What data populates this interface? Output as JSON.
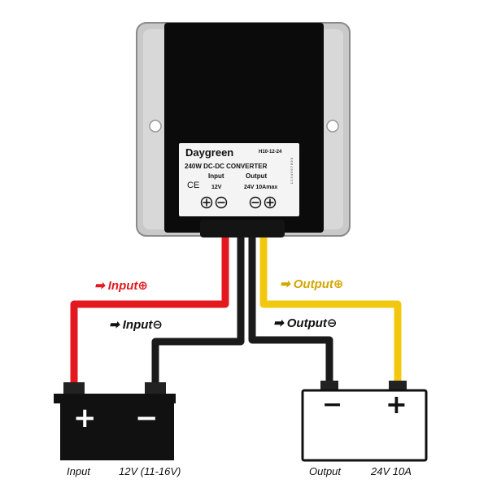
{
  "module": {
    "brand": "Daygreen",
    "model": "H10-12-24",
    "title": "240W DC-DC CONVERTER",
    "input_heading": "Input",
    "output_heading": "Output",
    "input_rating": "12V",
    "output_rating": "24V 10Amax",
    "ce_mark": "CE",
    "side_text": "1 2 3 4 5 6 7 8 9 0"
  },
  "wires": {
    "input_pos_label": "Input",
    "input_neg_label": "Input",
    "output_pos_label": "Output",
    "output_neg_label": "Output",
    "colors": {
      "positive_in": "#e3191f",
      "positive_out": "#f2c80f",
      "negative": "#1a1a1a",
      "input_label": "#e3191f",
      "output_label": "#d4a600"
    }
  },
  "battery": {
    "plus": "+",
    "minus": "−",
    "caption_name": "Input",
    "caption_rating": "12V (11-16V)"
  },
  "load": {
    "plus": "+",
    "minus": "−",
    "caption_name": "Output",
    "caption_rating": "24V 10A"
  },
  "icons": [
    "arrow-right-icon",
    "plus-circle-icon",
    "minus-circle-icon",
    "ce-mark-icon"
  ]
}
